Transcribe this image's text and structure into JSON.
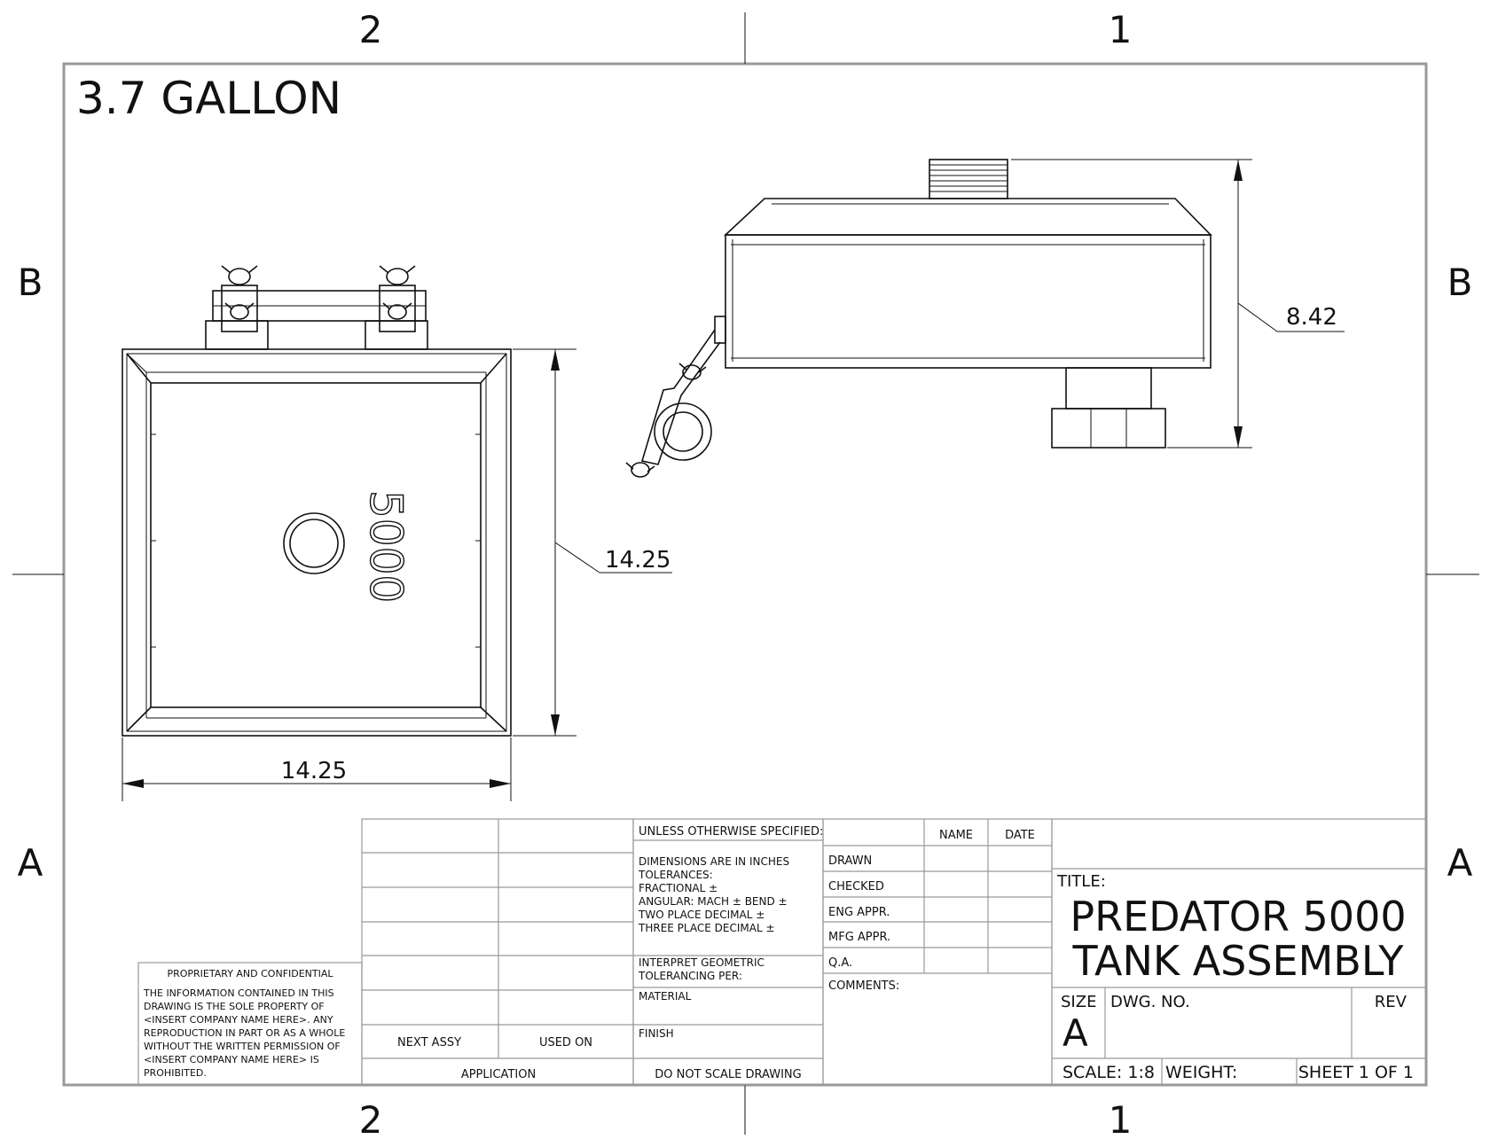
{
  "zones": {
    "top_left": "2",
    "top_right": "1",
    "bottom_left": "2",
    "bottom_right": "1",
    "left_top": "B",
    "left_bottom": "A",
    "right_top": "B",
    "right_bottom": "A"
  },
  "heading": "3.7 GALLON",
  "top_view": {
    "embossed_text": "5000",
    "width_dim": "14.25",
    "height_dim": "14.25"
  },
  "side_view": {
    "height_dim": "8.42"
  },
  "title_block": {
    "proprietary_title": "PROPRIETARY AND CONFIDENTIAL",
    "proprietary_lines": [
      "THE INFORMATION CONTAINED IN THIS",
      "DRAWING IS THE SOLE PROPERTY OF",
      "<INSERT COMPANY NAME HERE>.  ANY",
      "REPRODUCTION IN PART OR AS A WHOLE",
      "WITHOUT THE WRITTEN PERMISSION OF",
      "<INSERT COMPANY NAME HERE> IS",
      "PROHIBITED."
    ],
    "next_assy": "NEXT ASSY",
    "used_on": "USED ON",
    "application": "APPLICATION",
    "unless_specified": "UNLESS OTHERWISE SPECIFIED:",
    "tolerance_lines": [
      "DIMENSIONS ARE IN INCHES",
      "TOLERANCES:",
      "FRACTIONAL ±",
      "ANGULAR: MACH ±    BEND ±",
      "TWO PLACE DECIMAL    ±",
      "THREE PLACE DECIMAL  ±"
    ],
    "interpret_lines": [
      "INTERPRET GEOMETRIC",
      "TOLERANCING PER:"
    ],
    "material": "MATERIAL",
    "finish": "FINISH",
    "do_not_scale": "DO NOT SCALE DRAWING",
    "name_header": "NAME",
    "date_header": "DATE",
    "rows": [
      "DRAWN",
      "CHECKED",
      "ENG APPR.",
      "MFG APPR.",
      "Q.A."
    ],
    "comments": "COMMENTS:",
    "title_label": "TITLE:",
    "title_line1": "PREDATOR 5000",
    "title_line2": "TANK ASSEMBLY",
    "size_label": "SIZE",
    "size_value": "A",
    "dwg_no_label": "DWG.  NO.",
    "rev_label": "REV",
    "scale": "SCALE: 1:8",
    "weight": "WEIGHT:",
    "sheet": "SHEET 1 OF 1"
  }
}
